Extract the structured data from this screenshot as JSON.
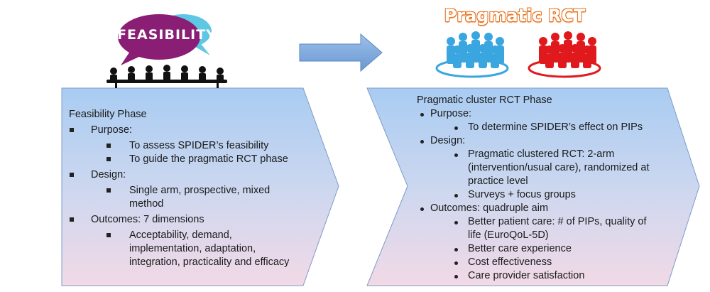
{
  "feasibility_badge": {
    "label": "FEASIBILITY"
  },
  "rct_title": "Pragmatic RCT",
  "colors": {
    "badge_purple": "#8a1d74",
    "badge_cyan": "#5ec7e3",
    "title_orange": "#e8731e",
    "crowd_blue": "#3aa6e0",
    "crowd_red": "#e0191c",
    "arrow_blue": "#7aa8de",
    "chevron_top": "#a9ccf2",
    "chevron_bottom": "#f2d9e6"
  },
  "feasibility_phase": {
    "heading": "Feasibility Phase",
    "purpose": {
      "label": "Purpose:",
      "items": [
        "To assess SPIDER’s feasibility",
        "To guide the pragmatic RCT phase"
      ]
    },
    "design": {
      "label": "Design:",
      "items": [
        "Single arm, prospective, mixed method"
      ]
    },
    "outcomes": {
      "label": "Outcomes: 7 dimensions",
      "items": [
        "Acceptability, demand, implementation, adaptation, integration, practicality and efficacy"
      ]
    }
  },
  "rct_phase": {
    "heading": "Pragmatic cluster RCT Phase",
    "purpose": {
      "label": "Purpose:",
      "items": [
        "To determine SPIDER’s effect on PIPs"
      ]
    },
    "design": {
      "label": "Design:",
      "items": [
        "Pragmatic clustered RCT: 2-arm (intervention/usual care), randomized at practice level",
        "Surveys + focus groups"
      ]
    },
    "outcomes": {
      "label": "Outcomes: quadruple aim",
      "items": [
        "Better patient care: # of PIPs, quality of life (EuroQoL-5D)",
        "Better care experience",
        "Cost effectiveness",
        "Care provider satisfaction"
      ]
    }
  }
}
